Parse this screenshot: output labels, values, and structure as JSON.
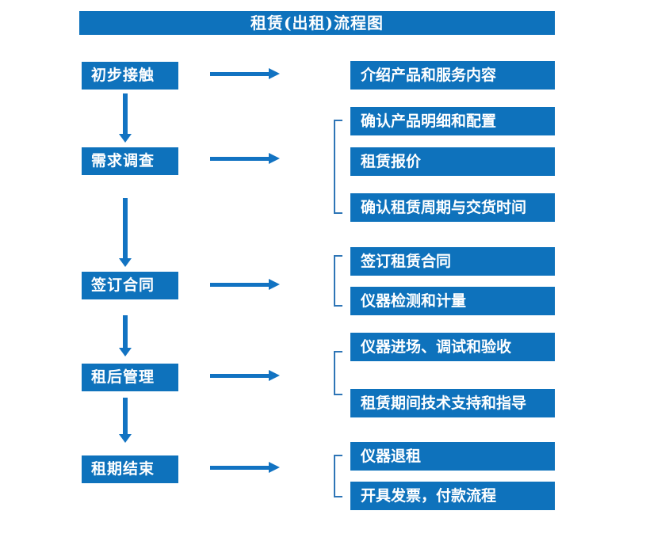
{
  "title": "租赁(出租)流程图",
  "colors": {
    "primary": "#0e72bc",
    "arrow": "#1273c2",
    "bracket": "#2e75b6",
    "text": "#ffffff",
    "background": "#ffffff"
  },
  "steps": [
    {
      "label": "初步接触",
      "details": [
        "介绍产品和服务内容"
      ]
    },
    {
      "label": "需求调查",
      "details": [
        "确认产品明细和配置",
        "租赁报价",
        "确认租赁周期与交货时间"
      ]
    },
    {
      "label": "签订合同",
      "details": [
        "签订租赁合同",
        "仪器检测和计量"
      ]
    },
    {
      "label": "租后管理",
      "details": [
        "仪器进场、调试和验收",
        "租赁期间技术支持和指导"
      ]
    },
    {
      "label": "租期结束",
      "details": [
        "仪器退租",
        "开具发票，付款流程"
      ]
    }
  ]
}
